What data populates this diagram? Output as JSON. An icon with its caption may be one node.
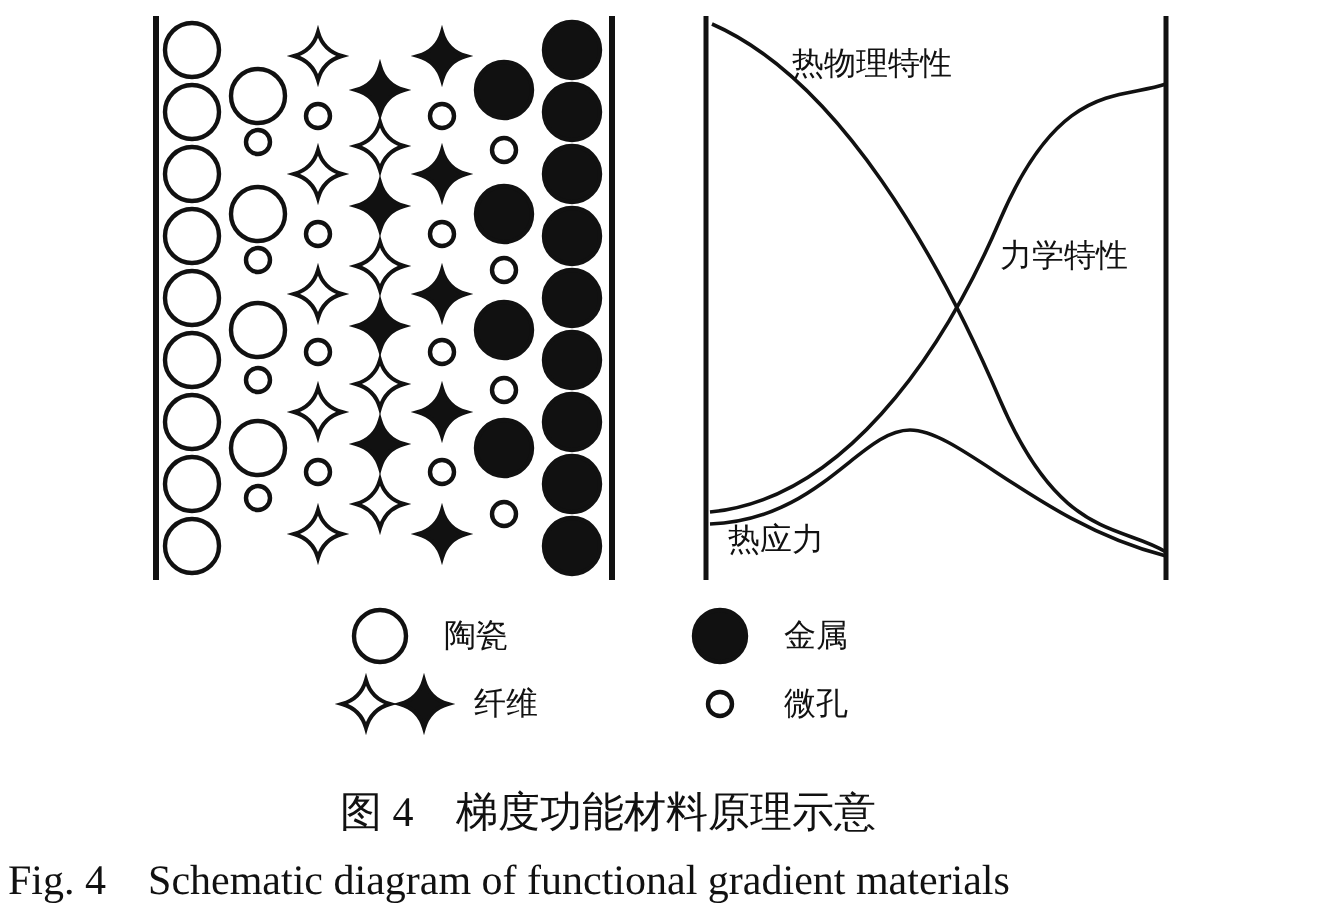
{
  "diagram": {
    "caption": "图 4　梯度功能材料原理示意",
    "labels": [
      "热物理特性",
      "力学特性",
      "热应力",
      "Fig. 4　Schematic diagram of functional gradient materials"
    ],
    "legend": [
      {
        "text": "陶瓷"
      },
      {
        "text": "金属"
      },
      {
        "text": "纤维"
      },
      {
        "text": "微孔"
      }
    ]
  }
}
